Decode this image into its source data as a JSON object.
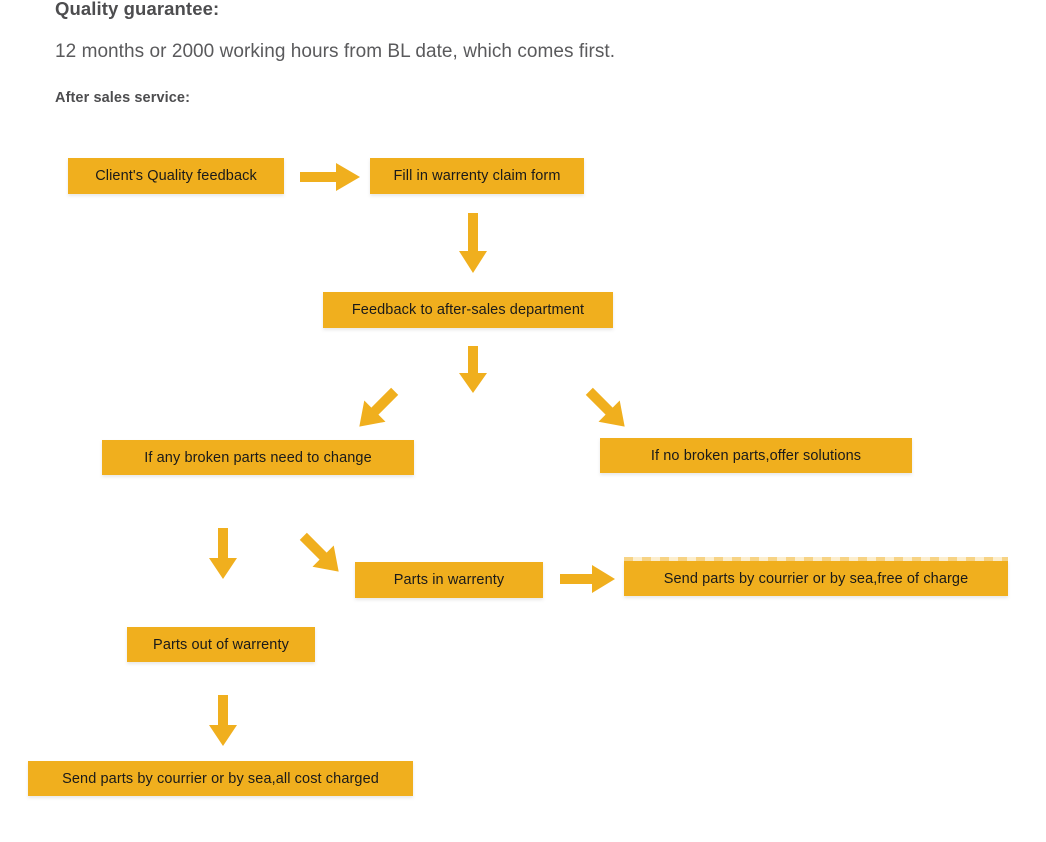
{
  "document": {
    "heading_quality": "Quality guarantee:",
    "paragraph_warranty": "12 months or 2000 working hours from BL date, which comes first.",
    "heading_service": "After sales service:"
  },
  "theme": {
    "box_fill": "#F0AF1E",
    "arrow_fill": "#F0AF1E",
    "box_text": "#1A1A1A",
    "body_text": "#59595B",
    "background": "#FFFFFF"
  },
  "flowchart": {
    "type": "flowchart",
    "title": "After sales service process",
    "nodes": [
      {
        "id": "client-feedback",
        "label": "Client's Quality feedback"
      },
      {
        "id": "claim-form",
        "label": "Fill in warrenty claim form"
      },
      {
        "id": "feedback-dept",
        "label": "Feedback to after-sales department"
      },
      {
        "id": "broken-parts",
        "label": "If any broken parts need to change"
      },
      {
        "id": "no-broken-parts",
        "label": "If no broken parts,offer solutions"
      },
      {
        "id": "parts-in-warranty",
        "label": "Parts in warrenty"
      },
      {
        "id": "send-free",
        "label": "Send parts by courrier or by sea,free of charge"
      },
      {
        "id": "parts-out-warranty",
        "label": "Parts out of warrenty"
      },
      {
        "id": "send-charged",
        "label": "Send parts by courrier or by sea,all cost charged"
      }
    ],
    "edges": [
      {
        "from": "client-feedback",
        "to": "claim-form",
        "direction": "right"
      },
      {
        "from": "claim-form",
        "to": "feedback-dept",
        "direction": "down"
      },
      {
        "from": "feedback-dept",
        "to": "broken-parts",
        "direction": "down-left"
      },
      {
        "from": "feedback-dept",
        "to": "no-broken-parts",
        "direction": "down-right"
      },
      {
        "from": "broken-parts",
        "to": "parts-out-warranty",
        "direction": "down"
      },
      {
        "from": "broken-parts",
        "to": "parts-in-warranty",
        "direction": "down-right"
      },
      {
        "from": "parts-in-warranty",
        "to": "send-free",
        "direction": "right"
      },
      {
        "from": "parts-out-warranty",
        "to": "send-charged",
        "direction": "down"
      }
    ]
  }
}
